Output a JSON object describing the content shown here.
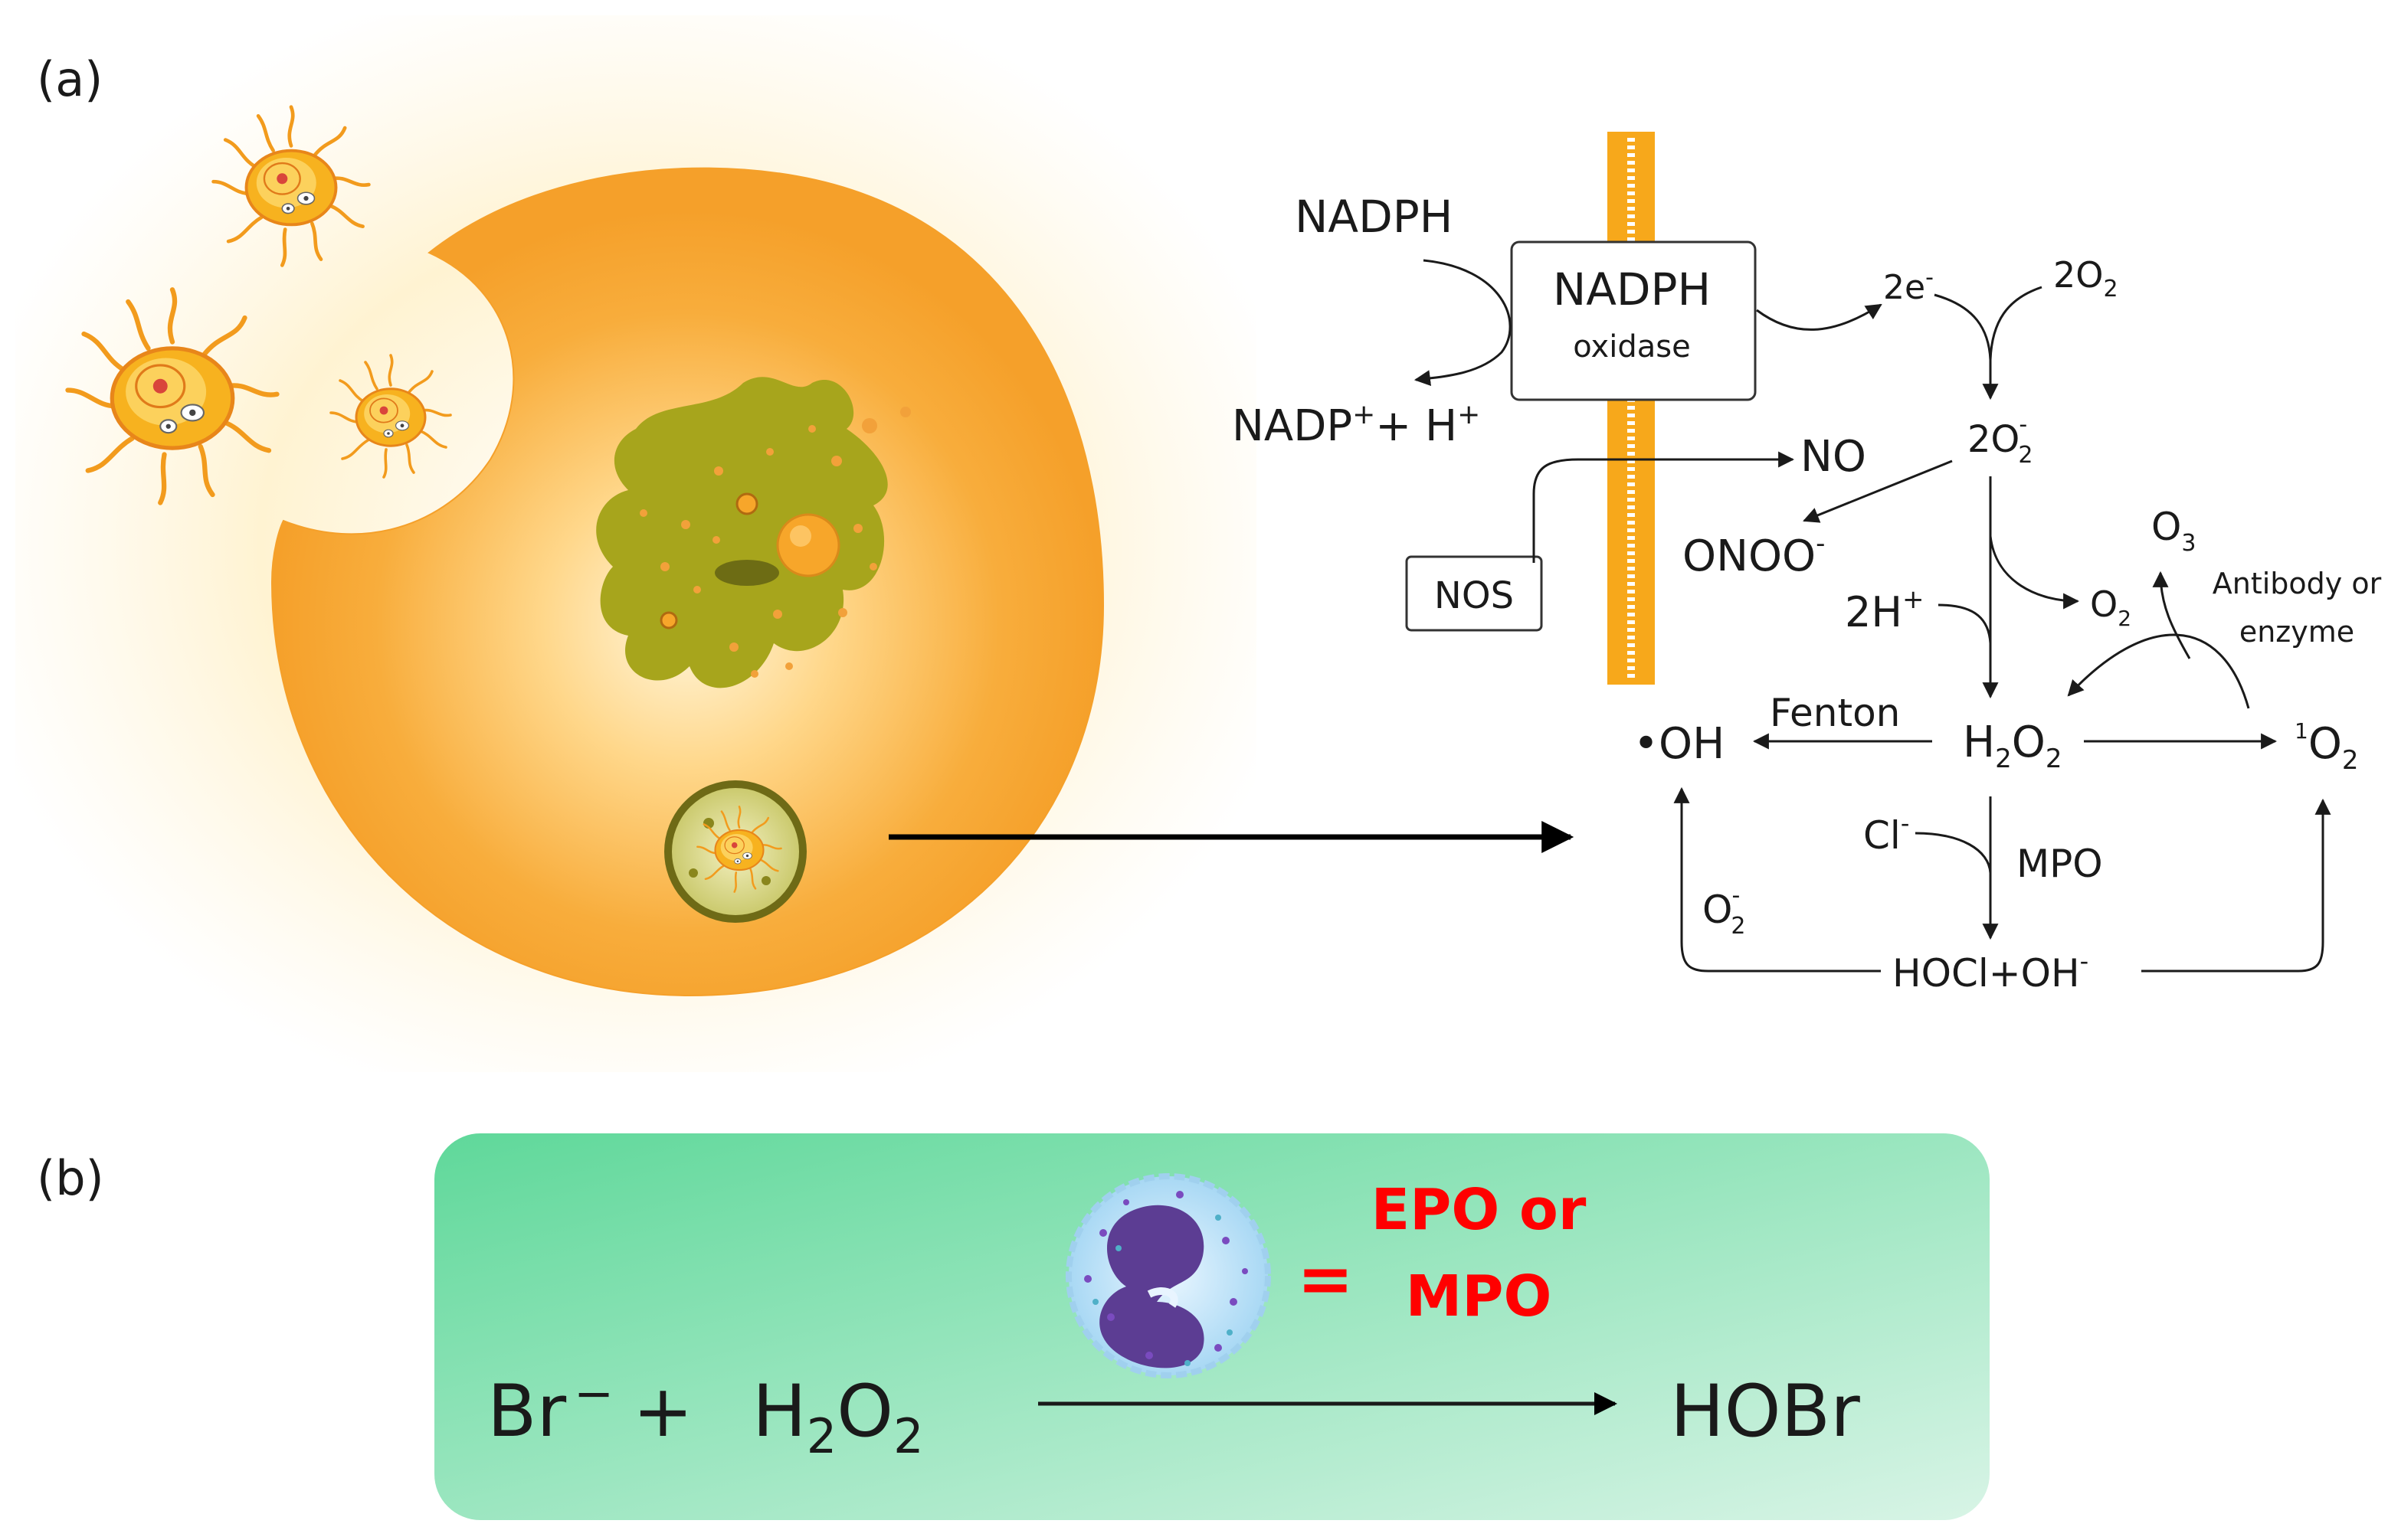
{
  "panels": {
    "a": "(a)",
    "b": "(b)"
  },
  "colors": {
    "cell": "#f5a623",
    "glow": "#fff1c9",
    "nucleus": "#a3a21c",
    "membrane": "#f7a81b",
    "panel_b_bg_top": "#5fd89a",
    "panel_b_bg_bottom": "#c8f0dc",
    "enzyme_text": "#ff0000"
  },
  "pathway": {
    "nadph": "NADPH",
    "nadp_main": "NADP",
    "nadp_sup": "+",
    "plus_h": "+ H",
    "h_sup": "+",
    "oxidase_title": "NADPH",
    "oxidase_sub": "oxidase",
    "electrons": "2e",
    "electrons_sup": "-",
    "oxygen": "2O",
    "oxygen_sub": "2",
    "superoxide": "2O",
    "superoxide_sub": "2",
    "superoxide_sup": "-",
    "no": "NO",
    "nos": "NOS",
    "onoo": "ONOO",
    "onoo_sup": "-",
    "two_h": "2H",
    "two_h_sup": "+",
    "o2": "O",
    "o2_sub": "2",
    "ozone": "O",
    "ozone_sub": "3",
    "antibody_1": "Antibody or",
    "antibody_2": "enzyme",
    "fenton": "Fenton",
    "oh_radical": "•OH",
    "h2o2_h": "H",
    "h2o2_sub1": "2",
    "h2o2_o": "O",
    "h2o2_sub2": "2",
    "singlet_sup": "1",
    "singlet_o": "O",
    "singlet_sub": "2",
    "cl": "Cl",
    "cl_sup": "-",
    "mpo": "MPO",
    "o2_minus": "O",
    "o2_minus_sub": "2",
    "o2_minus_sup": "-",
    "hocl": "HOCl+OH",
    "hocl_sup": "-"
  },
  "reaction": {
    "br": "Br",
    "br_sup": "−",
    "plus": "+",
    "h2o2_h": "H",
    "h2o2_sub1": "2",
    "h2o2_o": "O",
    "h2o2_sub2": "2",
    "product": "HOBr",
    "equals": "=",
    "enzyme_line1": "EPO or",
    "enzyme_line2": "MPO"
  }
}
